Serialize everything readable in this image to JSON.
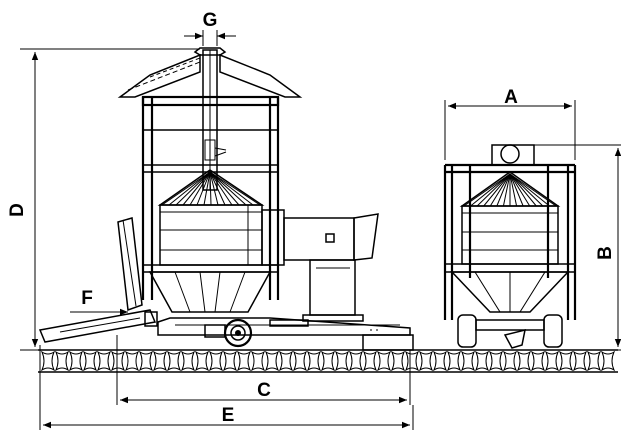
{
  "labels": {
    "A": "A",
    "B": "B",
    "C": "C",
    "D": "D",
    "E": "E",
    "F": "F",
    "G": "G"
  },
  "colors": {
    "line": "#000000",
    "background": "#ffffff",
    "roof_hatch": "#888888"
  }
}
